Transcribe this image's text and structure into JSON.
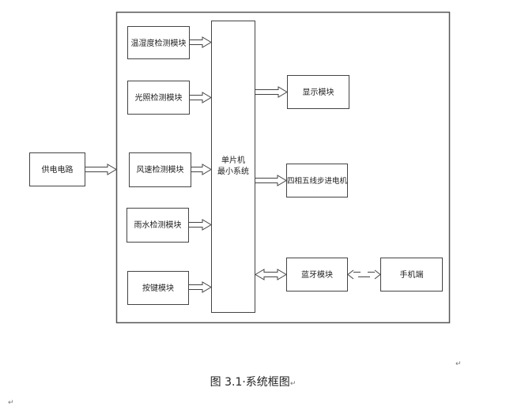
{
  "diagram": {
    "title": "系统框图",
    "nodes": {
      "power": "供电电路",
      "temp_humidity": "温湿度检测模块",
      "light": "光照检测模块",
      "wind": "风速检测模块",
      "rain": "雨水检测模块",
      "keys": "按键模块",
      "mcu_line1": "单片机",
      "mcu_line2": "最小系统",
      "display": "显示模块",
      "motor": "四相五线步进电机",
      "bluetooth": "蓝牙模块",
      "phone": "手机端"
    },
    "edges": [
      {
        "from": "power",
        "to": "system",
        "type": "arrow"
      },
      {
        "from": "temp_humidity",
        "to": "mcu",
        "type": "arrow"
      },
      {
        "from": "light",
        "to": "mcu",
        "type": "arrow"
      },
      {
        "from": "wind",
        "to": "mcu",
        "type": "arrow"
      },
      {
        "from": "rain",
        "to": "mcu",
        "type": "arrow"
      },
      {
        "from": "keys",
        "to": "mcu",
        "type": "arrow"
      },
      {
        "from": "mcu",
        "to": "display",
        "type": "arrow"
      },
      {
        "from": "mcu",
        "to": "motor",
        "type": "arrow"
      },
      {
        "from": "mcu",
        "to": "bluetooth",
        "type": "bidirectional"
      },
      {
        "from": "bluetooth",
        "to": "phone",
        "type": "bidirectional-dashed"
      }
    ]
  },
  "caption": {
    "text": "图 3.1·系统框图",
    "mark": "↵"
  },
  "paragraph_marks": {
    "right": "↵",
    "left": "↵"
  },
  "colors": {
    "box_stroke": "#444444",
    "frame_stroke": "#555555",
    "arrow_stroke": "#444444"
  }
}
